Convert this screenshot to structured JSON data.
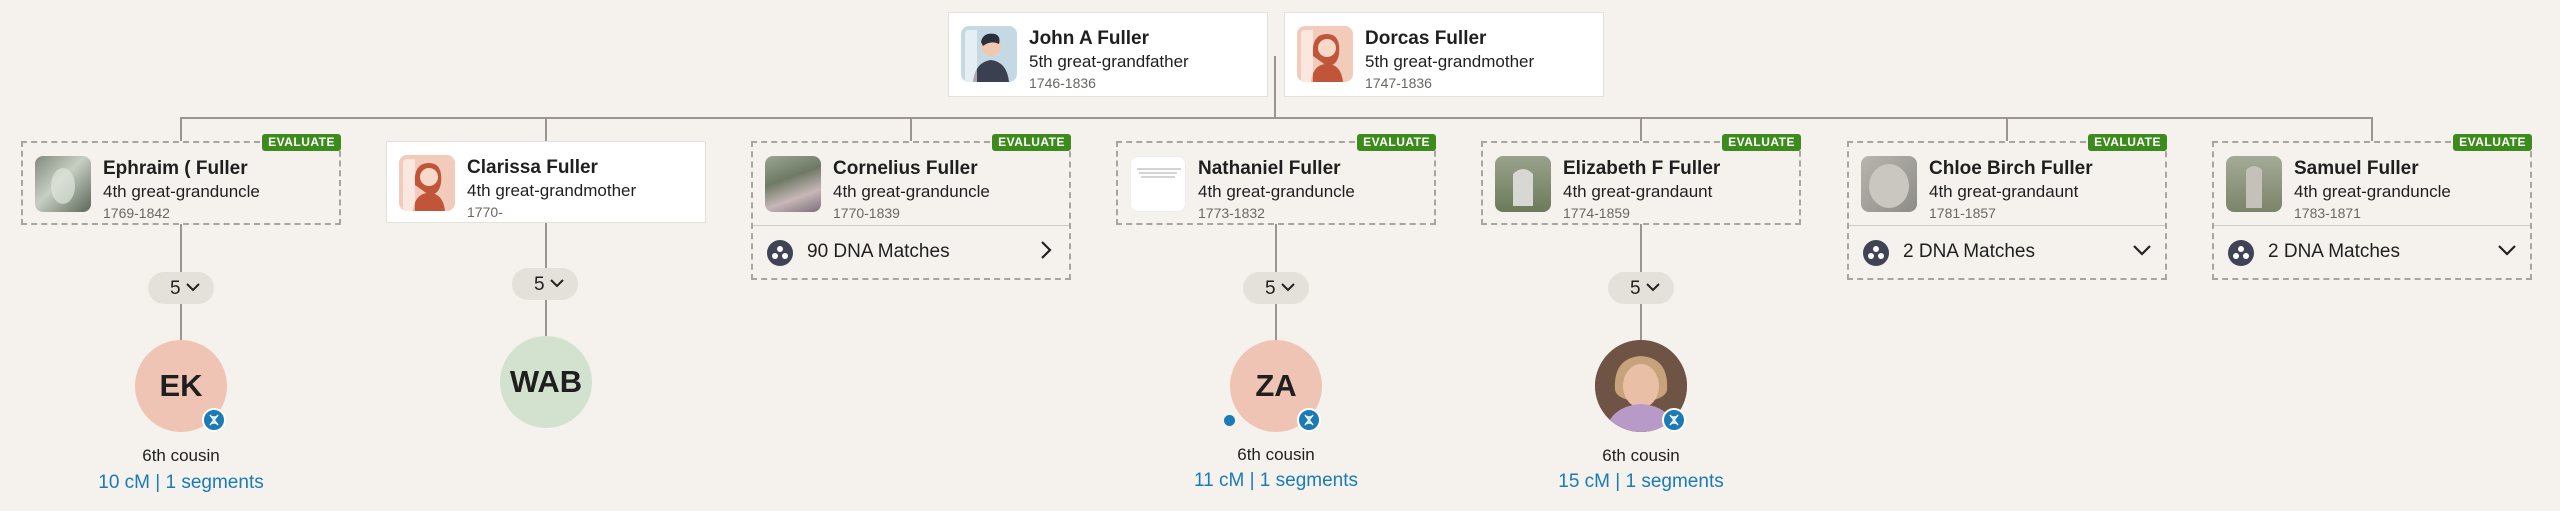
{
  "parents": [
    {
      "name": "John A Fuller",
      "relationship": "5th great-grandfather",
      "dates": "1746-1836",
      "gender": "male"
    },
    {
      "name": "Dorcas Fuller",
      "relationship": "5th great-grandmother",
      "dates": "1747-1836",
      "gender": "female"
    }
  ],
  "evaluate_label": "EVALUATE",
  "children": [
    {
      "name": "Ephraim ( Fuller",
      "relationship": "4th great-granduncle",
      "dates": "1769-1842",
      "evaluate": true,
      "photo": "photo",
      "count": "5",
      "match": {
        "initials": "EK",
        "color": "#f0c4b4",
        "cousin": "6th cousin",
        "cm": "10 cM | 1 segments"
      }
    },
    {
      "name": "Clarissa Fuller",
      "relationship": "4th great-grandmother",
      "dates": "1770-",
      "evaluate": false,
      "photo": "female-icon",
      "count": "5",
      "match": {
        "initials": "WAB",
        "color": "#d3e2cf"
      }
    },
    {
      "name": "Cornelius Fuller",
      "relationship": "4th great-granduncle",
      "dates": "1770-1839",
      "evaluate": true,
      "photo": "photo",
      "dna": {
        "text": "90 DNA Matches",
        "chevron": "chevron-right-icon"
      }
    },
    {
      "name": "Nathaniel Fuller",
      "relationship": "4th great-granduncle",
      "dates": "1773-1832",
      "evaluate": true,
      "photo": "document",
      "count": "5",
      "match": {
        "initials": "ZA",
        "color": "#f0c4b4",
        "cousin": "6th cousin",
        "cm": "11 cM | 1 segments"
      }
    },
    {
      "name": "Elizabeth F Fuller",
      "relationship": "4th great-grandaunt",
      "dates": "1774-1859",
      "evaluate": true,
      "photo": "gravestone",
      "count": "5",
      "match": {
        "initials": "",
        "color": "#b58a74",
        "cousin": "6th cousin",
        "cm": "15 cM | 1 segments"
      }
    },
    {
      "name": "Chloe Birch Fuller",
      "relationship": "4th great-grandaunt",
      "dates": "1781-1857",
      "evaluate": true,
      "photo": "gravestone",
      "dna": {
        "text": "2 DNA Matches",
        "chevron": "chevron-down-icon"
      }
    },
    {
      "name": "Samuel Fuller",
      "relationship": "4th great-granduncle",
      "dates": "1783-1871",
      "evaluate": true,
      "photo": "gravestone",
      "dna": {
        "text": "2 DNA Matches",
        "chevron": "chevron-down-icon"
      }
    }
  ]
}
